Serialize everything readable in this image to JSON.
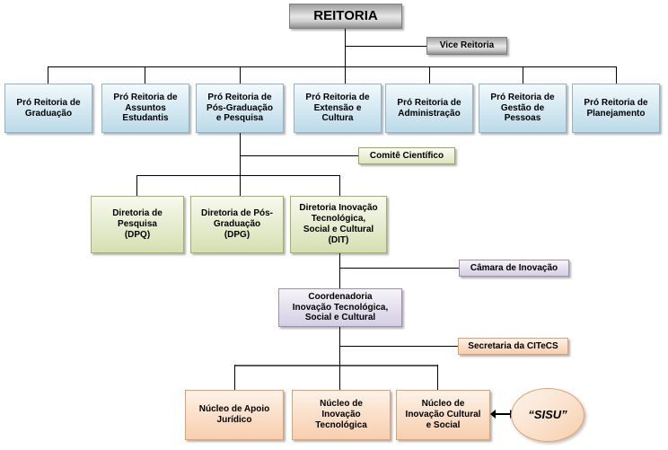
{
  "diagram": {
    "title": "Organograma REITORIA",
    "type": "organizational-chart",
    "background": "#ffffff",
    "colors": {
      "root_gray": "#bdbdbd",
      "pro_reitoria_blue": "#bcdae8",
      "diretoria_green": "#d5dfb0",
      "coordenadoria_purple": "#d5cfe4",
      "nucleo_orange": "#f7cfae",
      "connector_black": "#000000"
    }
  },
  "root": {
    "label": "REITORIA"
  },
  "vice": {
    "label": "Vice Reitoria"
  },
  "pro_reitorias": [
    {
      "label": "Pró Reitoria de\nGraduação"
    },
    {
      "label": "Pró Reitoria de\nAssuntos\nEstudantis"
    },
    {
      "label": "Pró Reitoria de\nPós-Graduação\ne Pesquisa"
    },
    {
      "label": "Pró Reitoria de\nExtensão e\nCultura"
    },
    {
      "label": "Pró Reitoria de\nAdministração"
    },
    {
      "label": "Pró Reitoria de\nGestão de\nPessoas"
    },
    {
      "label": "Pró Reitoria de\nPlanejamento"
    }
  ],
  "comite": {
    "label": "Comitê Científico"
  },
  "diretorias": [
    {
      "label": "Diretoria de\nPesquisa\n(DPQ)"
    },
    {
      "label": "Diretoria de Pós-\nGraduação\n(DPG)"
    },
    {
      "label": "Diretoria Inovação\nTecnológica,\nSocial e Cultural\n(DIT)"
    }
  ],
  "camara": {
    "label": "Câmara de Inovação"
  },
  "coordenadoria": {
    "label": "Coordenadoria\nInovação Tecnológica,\nSocial e Cultural"
  },
  "secretaria": {
    "label": "Secretaria da CITeCS"
  },
  "nucleos": [
    {
      "label": "Núcleo de Apoio\nJurídico"
    },
    {
      "label": "Núcleo de\nInovação\nTecnológica"
    },
    {
      "label": "Núcleo de\nInovação Cultural\ne Social"
    }
  ],
  "sisu": {
    "label": "“SISU”"
  }
}
